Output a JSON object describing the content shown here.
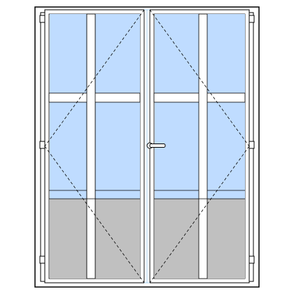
{
  "door": {
    "type": "double-door",
    "leaves": [
      {
        "side": "left",
        "opening": "turn",
        "hinge_side": "left",
        "glass_rows": 3,
        "glass_columns": 2,
        "bottom_panel": "opaque"
      },
      {
        "side": "right",
        "opening": "turn",
        "hinge_side": "right",
        "glass_rows": 3,
        "glass_columns": 2,
        "bottom_panel": "opaque"
      }
    ],
    "handle": "lever-handle",
    "hinges_per_leaf": 3
  },
  "colors": {
    "frame_stroke": "#000000",
    "frame_fill": "#ffffff",
    "glass": "#bfdcff",
    "panel": "#c0c0c0",
    "dash": "#000000",
    "seam_accent": "#a9cfee"
  },
  "icons": {
    "hinge": "hinge-icon",
    "handle": "door-handle-icon"
  }
}
